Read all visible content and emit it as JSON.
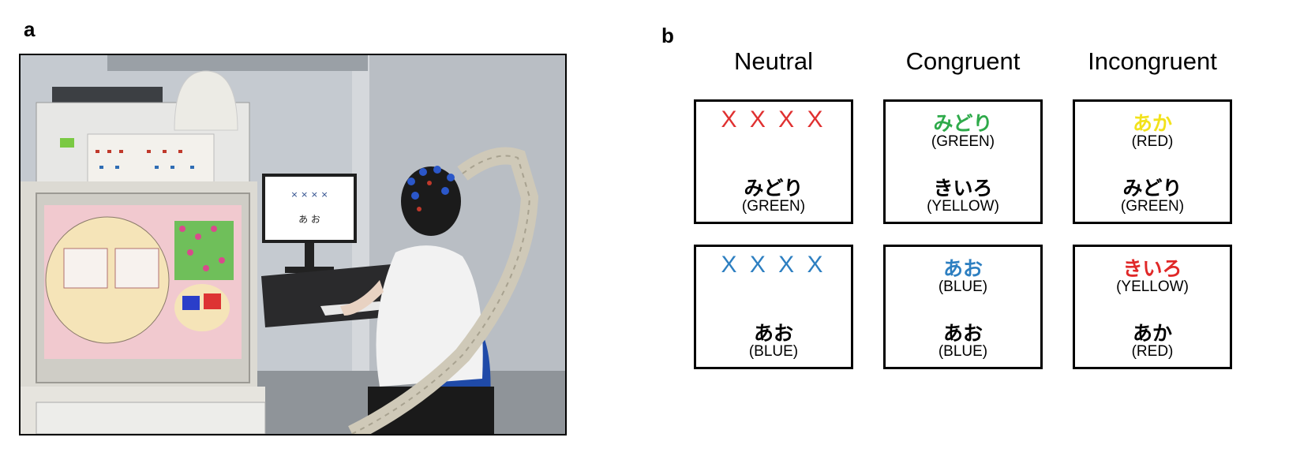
{
  "panel_a": {
    "letter": "a",
    "screen_stimulus": {
      "top": "× × × ×",
      "bottom": "あ お"
    }
  },
  "panel_b": {
    "letter": "b",
    "columns": [
      "Neutral",
      "Congruent",
      "Incongruent"
    ],
    "cards": [
      {
        "top": "X X X X",
        "top_sub": "",
        "top_color": "#e03030",
        "bottom": "みどり",
        "bottom_sub": "(GREEN)"
      },
      {
        "top": "みどり",
        "top_sub": "(GREEN)",
        "top_color": "#2eaa4a",
        "bottom": "きいろ",
        "bottom_sub": "(YELLOW)"
      },
      {
        "top": "あか",
        "top_sub": "(RED)",
        "top_color": "#f2e21b",
        "bottom": "みどり",
        "bottom_sub": "(GREEN)"
      },
      {
        "top": "X X X X",
        "top_sub": "",
        "top_color": "#2d7fc1",
        "bottom": "あお",
        "bottom_sub": "(BLUE)"
      },
      {
        "top": "あお",
        "top_sub": "(BLUE)",
        "top_color": "#2d7fc1",
        "bottom": "あお",
        "bottom_sub": "(BLUE)"
      },
      {
        "top": "きいろ",
        "top_sub": "(YELLOW)",
        "top_color": "#e02828",
        "bottom": "あか",
        "bottom_sub": "(RED)"
      }
    ]
  }
}
